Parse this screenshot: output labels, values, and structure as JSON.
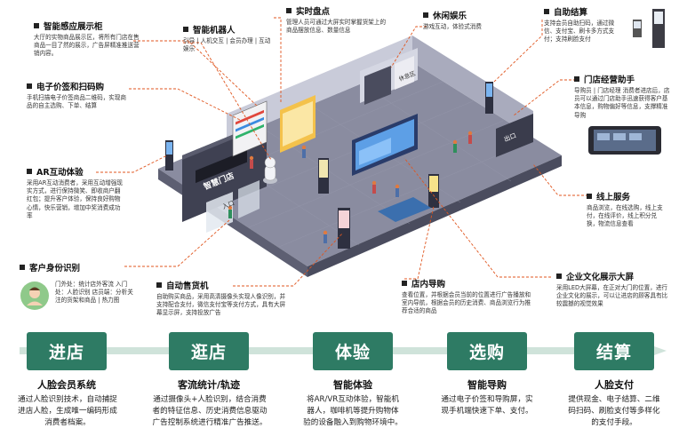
{
  "callouts": {
    "display_cabinet": {
      "title": "智能感应展示柜",
      "desc": "大厅的实物商品展示区，将所有门店在售商品一目了然的展示，广告屏精准推送营销内容。"
    },
    "stocktake": {
      "title": "实时盘点",
      "desc": "管理人员可通过大屏实时掌握货架上的商品摆放信息、数量信息"
    },
    "robot": {
      "title": "智能机器人",
      "desc": "引导 | 人机交互 | 会员办理 | 互动娱乐"
    },
    "leisure": {
      "title": "休闲娱乐",
      "desc": "游戏互动，体验式消费"
    },
    "self_checkout": {
      "title": "自助结算",
      "desc": "支持会员自助扫码，通过微信、支付宝、刷卡多方式支付；支持刷脸支付"
    },
    "e_price": {
      "title": "电子价签和扫码购",
      "desc": "手机扫描电子价签商品二维码，实现商品的自主选购、下单、结算"
    },
    "manager_helper": {
      "title": "门店经营助手",
      "desc": "导购员 | 门店经理 消费者进店后，店员可以通过门店助手迅速获得客户基本信息，购物偏好等信息，支撑精准导购"
    },
    "ar": {
      "title": "AR互动体验",
      "desc": "采用AR互动消费者，采用互动增强现实方式，进行保持微笑、即收商户翻红包；提升客户体验，保持良好购物心情，快乐营销，增加中奖消费成功率"
    },
    "online": {
      "title": "线上服务",
      "desc": "商品浏览，在线选购，线上支付，在线评价，线上积分兑换，物流信息查看"
    },
    "identity": {
      "title": "客户身份识别",
      "desc": "门外处：统计店外客流 入门处：人脸识别 店员端：分析关注的货架和商品 | 热力图"
    },
    "vending": {
      "title": "自动售货机",
      "desc": "自助购买商品，采用高清摄像头实现人像识别，并支持配合支付，微信支付宝等支付方式，具有大屏幕显示屏，支持投放广告"
    },
    "navigation": {
      "title": "店内导购",
      "desc": "查看位置，并根据会员当前的位置进行广告播放和室内导航，根据会员的历史消费、商品浏览行为推荐合适的商品"
    },
    "culture_screen": {
      "title": "企业文化展示大屏",
      "desc": "采用LED大屏幕，在正对大门的位置，进行企业文化的展示，可以让进店的顾客具有比较震撼的视觉效果"
    }
  },
  "store_signs": {
    "entrance": "智慧门店",
    "entry": "入口",
    "exit": "出口",
    "rest": "休息区"
  },
  "flow": [
    {
      "stage": "进店",
      "heading": "人脸会员系统",
      "desc": [
        "通过人脸识别技术，自动捕捉",
        "进店人脸，生成唯一编码形成",
        "消费者档案。"
      ]
    },
    {
      "stage": "逛店",
      "heading": "客流统计/轨迹",
      "desc": [
        "通过摄像头+人脸识别，结合消费",
        "者的特征信息、历史消费信息驱动",
        "广告控制系统进行精准广告推送。"
      ]
    },
    {
      "stage": "体验",
      "heading": "智能体验",
      "desc": [
        "将AR/VR互动体验，智能机",
        "器人，咖啡机等提升购物体",
        "验的设备融入到购物环境中。"
      ]
    },
    {
      "stage": "选购",
      "heading": "智能导购",
      "desc": [
        "通过电子价签和导购屏，实",
        "现手机端快速下单、支付。"
      ]
    },
    {
      "stage": "结算",
      "heading": "人脸支付",
      "desc": [
        "提供现金、电子结算、二维",
        "码扫码、刷脸支付等多样化",
        "的支付手段。"
      ]
    }
  ],
  "colors": {
    "accent": "#2e7b64",
    "leader_line": "#e0561f",
    "floor": "#7d7f92",
    "wall": "#b7b9cb"
  }
}
